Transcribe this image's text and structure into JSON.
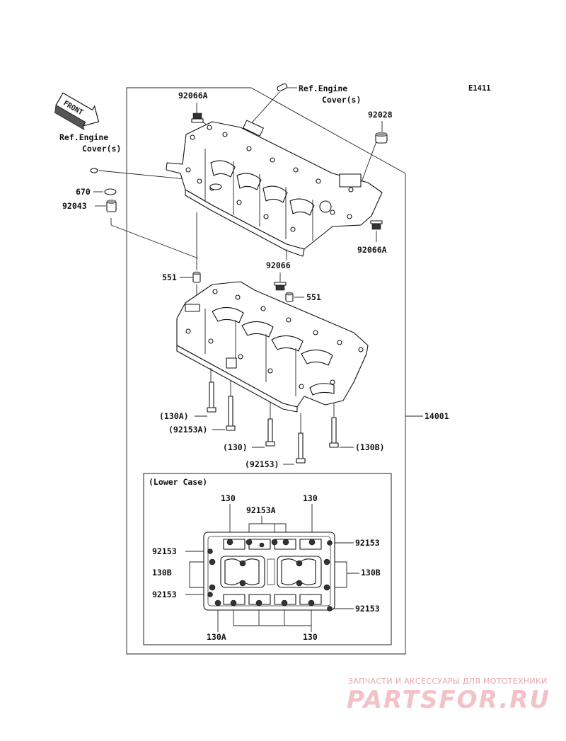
{
  "diagram_code": "E1411",
  "front_badge": "FRONT",
  "labels": {
    "ref_engine_cover_top_l1": "Ref.Engine",
    "ref_engine_cover_top_l2": "Cover(s)",
    "ref_engine_cover_left_l1": "Ref.Engine",
    "ref_engine_cover_left_l2": "Cover(s)",
    "p92066A_top": "92066A",
    "p92028": "92028",
    "p670": "670",
    "p92043": "92043",
    "p92066A_right": "92066A",
    "p92066": "92066",
    "p551_left": "551",
    "p551_right": "551",
    "p14001": "14001",
    "p130A_paren": "(130A)",
    "p92153A_paren": "(92153A)",
    "p130_paren": "(130)",
    "p130B_paren": "(130B)",
    "p92153_paren": "(92153)"
  },
  "lower_case": {
    "title": "(Lower Case)",
    "labels": {
      "top_130_left": "130",
      "top_130_right": "130",
      "top_92153A": "92153A",
      "left_92153_top": "92153",
      "left_130B": "130B",
      "left_92153_bottom": "92153",
      "right_92153_top": "92153",
      "right_130B": "130B",
      "right_92153_bottom": "92153",
      "bottom_130A": "130A",
      "bottom_130": "130"
    }
  },
  "watermark": {
    "tagline": "ЗАПЧАСТИ И АКСЕССУАРЫ ДЛЯ МОТОТЕХНИКИ",
    "brand": "PARTSFOR.RU"
  }
}
